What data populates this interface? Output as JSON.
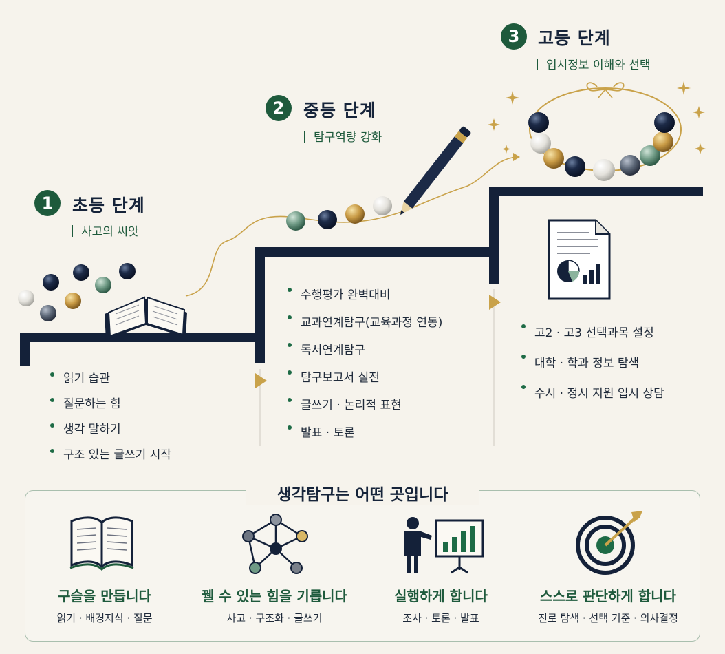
{
  "stages": [
    {
      "number": "1",
      "title": "초등 단계",
      "subtitle": "사고의 씨앗",
      "items": [
        "읽기 습관",
        "질문하는 힘",
        "생각 말하기",
        "구조 있는 글쓰기 시작"
      ]
    },
    {
      "number": "2",
      "title": "중등 단계",
      "subtitle": "탐구역량 강화",
      "items": [
        "수행평가 완벽대비",
        "교과연계탐구(교육과정 연동)",
        "독서연계탐구",
        "탐구보고서 실전",
        "글쓰기 · 논리적 표현",
        "발표 · 토론"
      ]
    },
    {
      "number": "3",
      "title": "고등 단계",
      "subtitle": "입시정보 이해와 선택",
      "items": [
        "고2 · 고3 선택과목 설정",
        "대학 · 학과 정보 탐색",
        "수시 · 정시 지원 입시 상담"
      ]
    }
  ],
  "bottom": {
    "title": "생각탐구는 어떤 곳입니다",
    "features": [
      {
        "icon": "open-book-icon",
        "title": "구슬을 만듭니다",
        "sub": "읽기 · 배경지식 · 질문"
      },
      {
        "icon": "network-icon",
        "title": "꿸 수 있는 힘을 기릅니다",
        "sub": "사고 · 구조화 · 글쓰기"
      },
      {
        "icon": "presentation-icon",
        "title": "실행하게 합니다",
        "sub": "조사 · 토론 · 발표"
      },
      {
        "icon": "target-icon",
        "title": "스스로 판단하게 합니다",
        "sub": "진로 탐색 · 선택 기준 · 의사결정"
      }
    ]
  },
  "colors": {
    "navy": "#142139",
    "green": "#1e5a3c",
    "gold": "#c9a24a",
    "background": "#f6f3ec"
  }
}
